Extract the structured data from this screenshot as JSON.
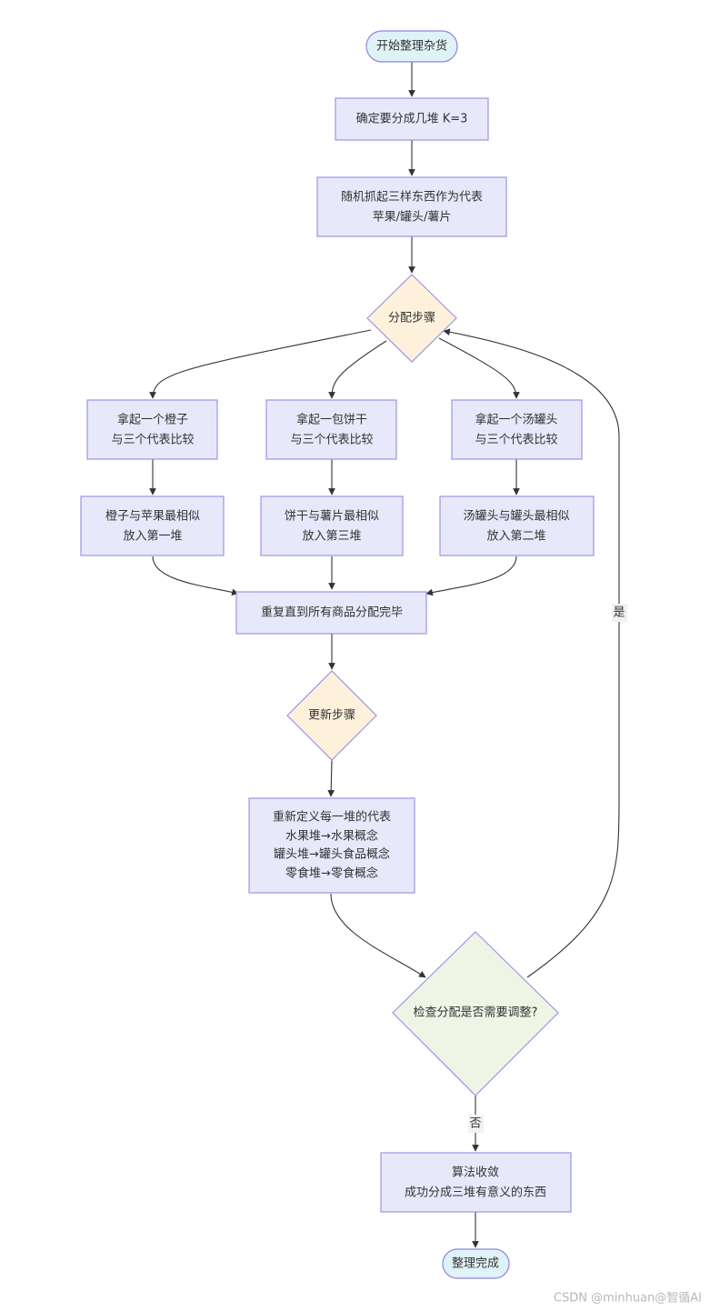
{
  "nodes": {
    "start": "开始整理杂货",
    "k": "确定要分成几堆 K=3",
    "reps": [
      "随机抓起三样东西作为代表",
      "苹果/罐头/薯片"
    ],
    "assign": "分配步骤",
    "pick_orange": [
      "拿起一个橙子",
      "与三个代表比较"
    ],
    "pick_cracker": [
      "拿起一包饼干",
      "与三个代表比较"
    ],
    "pick_soup": [
      "拿起一个汤罐头",
      "与三个代表比较"
    ],
    "orange_result": [
      "橙子与苹果最相似",
      "放入第一堆"
    ],
    "cracker_result": [
      "饼干与薯片最相似",
      "放入第三堆"
    ],
    "soup_result": [
      "汤罐头与罐头最相似",
      "放入第二堆"
    ],
    "repeat": "重复直到所有商品分配完毕",
    "update": "更新步骤",
    "redefine": [
      "重新定义每一堆的代表",
      "水果堆→水果概念",
      "罐头堆→罐头食品概念",
      "零食堆→零食概念"
    ],
    "check": "检查分配是否需要调整?",
    "converge": [
      "算法收敛",
      "成功分成三堆有意义的东西"
    ],
    "end": "整理完成"
  },
  "edge_labels": {
    "yes": "是",
    "no": "否"
  },
  "watermark": "CSDN @minhuan@智循AI"
}
